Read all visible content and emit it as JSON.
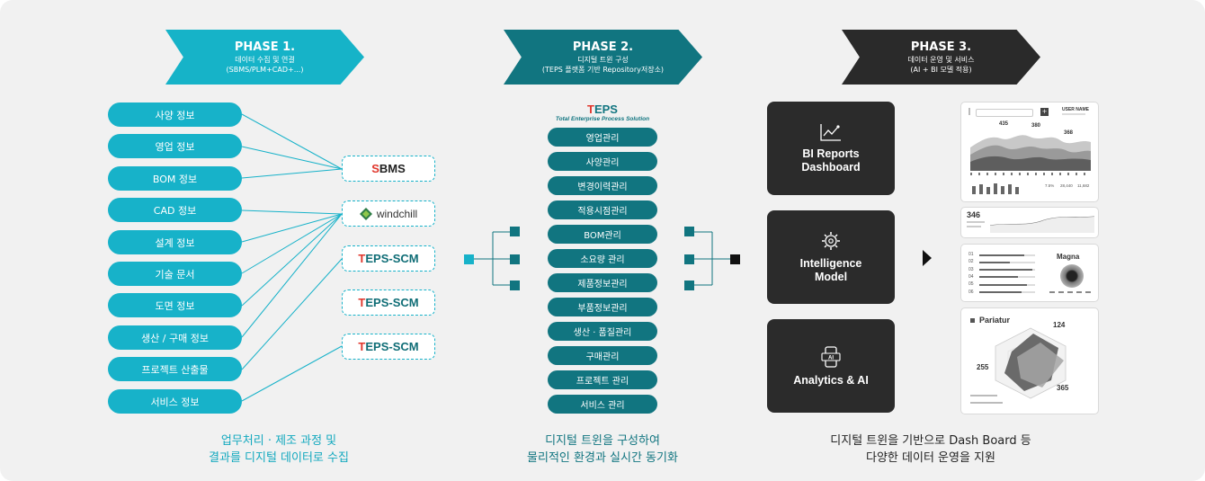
{
  "phases": [
    {
      "title": "PHASE 1.",
      "line1": "데이터 수집 및 연결",
      "line2": "(SBMS/PLM+CAD+...)",
      "color": "#16b3c8"
    },
    {
      "title": "PHASE 2.",
      "line1": "디지털 트윈 구성",
      "line2": "(TEPS 플랫폼 기반 Repository저장소)",
      "color": "#117580"
    },
    {
      "title": "PHASE 3.",
      "line1": "데이터 운영 및 서비스",
      "line2": "(AI + BI 모델 적용)",
      "color": "#2a2a2a"
    }
  ],
  "inputs": [
    "사양 정보",
    "영업 정보",
    "BOM 정보",
    "CAD 정보",
    "설계 정보",
    "기술 문서",
    "도면 정보",
    "생산 / 구매 정보",
    "프로젝트 산출물",
    "서비스 정보"
  ],
  "sources": {
    "sbms": {
      "s": "S",
      "rest": "BMS"
    },
    "windchill": "windchill",
    "teps_scm": {
      "t": "T",
      "rest": "EPS-SCM"
    }
  },
  "teps": {
    "logo_t": "T",
    "logo_rest": "EPS",
    "subtitle": "Total Enterprise Process Solution",
    "modules": [
      "영업관리",
      "사양관리",
      "변경이력관리",
      "적용시점관리",
      "BOM관리",
      "소요량 관리",
      "제품정보관리",
      "부품정보관리",
      "생산 · 품질관리",
      "구매관리",
      "프로젝트 관리",
      "서비스 관리"
    ]
  },
  "services": [
    {
      "line1": "BI Reports",
      "line2": "Dashboard",
      "icon": "chart-icon"
    },
    {
      "line1": "Intelligence",
      "line2": "Model",
      "icon": "gear-brain-icon"
    },
    {
      "line1": "Analytics & AI",
      "line2": "",
      "icon": "ai-phone-icon"
    }
  ],
  "dashboard": {
    "user_name": "USER NAME",
    "peak_a": "435",
    "peak_b": "380",
    "peak_c": "368",
    "stats": [
      "7.5%",
      "28,440",
      "11,682"
    ],
    "line_value": "346",
    "bar_labels": [
      "01",
      "02",
      "03",
      "04",
      "05",
      "06"
    ],
    "bar_values": [
      0.8,
      0.55,
      0.95,
      0.7,
      0.85,
      0.75
    ],
    "gauge_title": "Magna",
    "radar_title": "Pariatur",
    "radar_values": [
      "124",
      "255",
      "365"
    ]
  },
  "captions": {
    "phase1": [
      "업무처리 · 제조 과정 및",
      "결과를 디지털 데이터로 수집"
    ],
    "phase2": [
      "디지털 트윈을 구성하여",
      "물리적인 환경과 실시간 동기화"
    ],
    "phase3": [
      "디지털 트윈을 기반으로 Dash Board 등",
      "다양한 데이터 운영을 지원"
    ]
  },
  "colors": {
    "cyan": "#17b2c9",
    "teal": "#117580",
    "dark": "#2b2b2b",
    "red": "#e0362c"
  }
}
